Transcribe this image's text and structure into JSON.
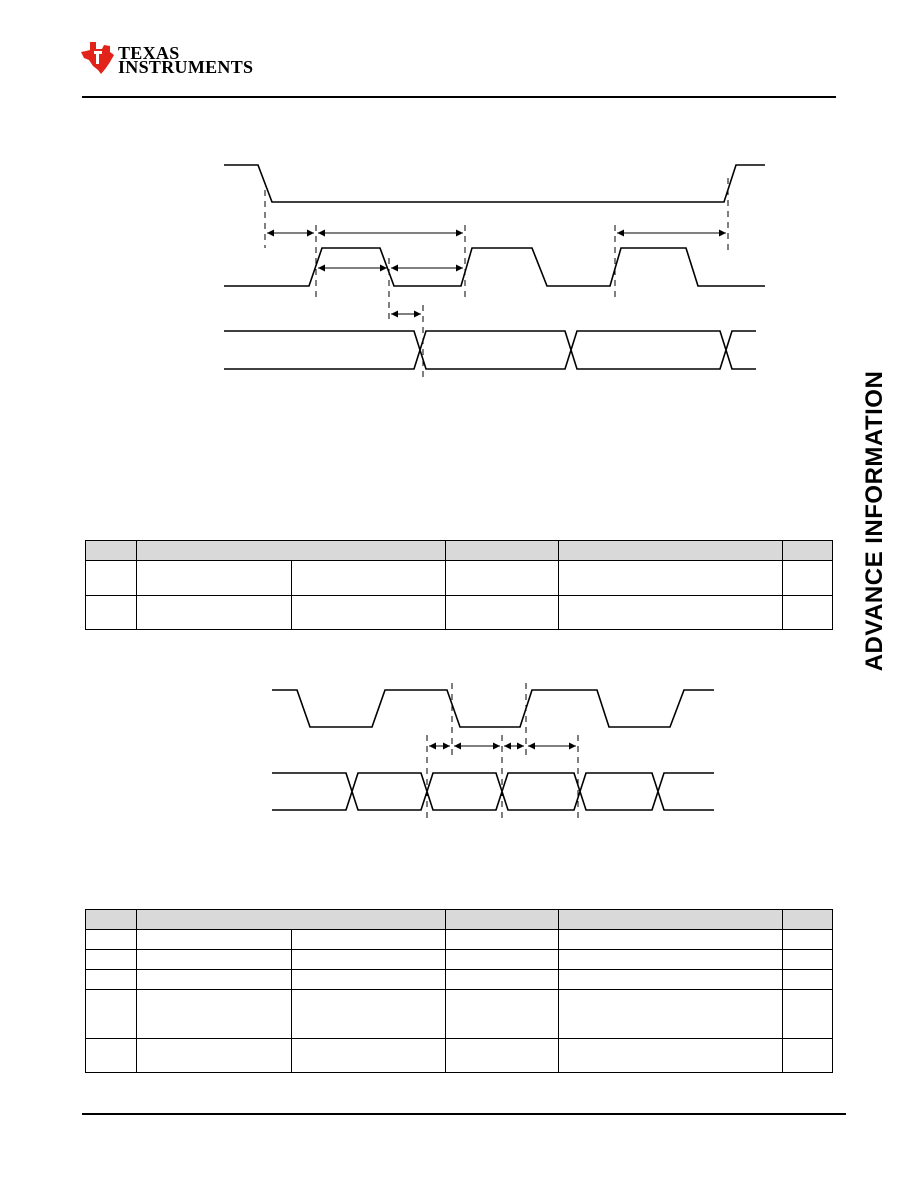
{
  "header": {
    "logo": {
      "name": "ti-logo",
      "text_line1": "TEXAS",
      "text_line2": "INSTRUMENTS"
    }
  },
  "side_banner": {
    "text": "ADVANCE INFORMATION"
  },
  "table1": {
    "header_cells": 5,
    "rows": [
      {
        "height": "tall"
      },
      {
        "height": "tall"
      }
    ]
  },
  "table2": {
    "header_cells": 5,
    "rows": [
      {
        "height": "short"
      },
      {
        "height": "short"
      },
      {
        "height": "short"
      },
      {
        "height": "xtall"
      },
      {
        "height": "tall"
      }
    ]
  },
  "colors": {
    "ink": "#000000",
    "logo_red": "#e2231a",
    "table_header": "#d9d9d9"
  }
}
